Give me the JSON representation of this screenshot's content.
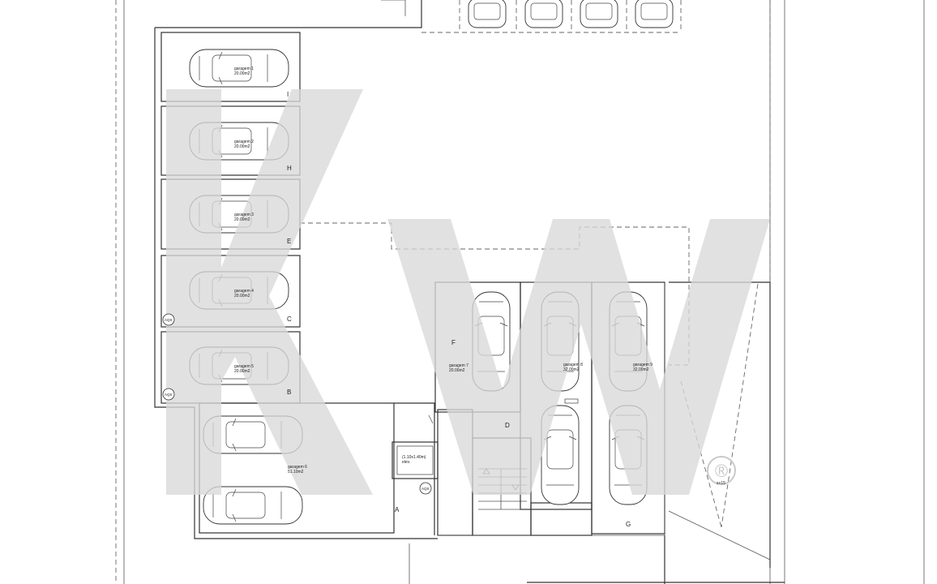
{
  "plan": {
    "garages": [
      {
        "name": "garagem 1",
        "area": "20.00m2",
        "letter": "I"
      },
      {
        "name": "garagem 2",
        "area": "20.00m2",
        "letter": "H"
      },
      {
        "name": "garagem 3",
        "area": "20.00m2",
        "letter": "E"
      },
      {
        "name": "garagem 4",
        "area": "20.00m2",
        "letter": "C"
      },
      {
        "name": "garagem 5",
        "area": "20.00m2",
        "letter": "B"
      },
      {
        "name": "garagem 6",
        "area": "51.10m2",
        "letter": "A"
      },
      {
        "name": "garagem 7",
        "area": "20.00m2",
        "letter": "F"
      },
      {
        "name": "garagem 8",
        "area": "32.00m2",
        "letter": "D"
      },
      {
        "name": "garagem 9",
        "area": "32.00m2",
        "letter": "G"
      }
    ],
    "elevator": {
      "line1": "(1.10x1.40m)",
      "line2": "elev."
    },
    "symbols": {
      "aqs": "AQS",
      "registered": "®",
      "ramp_note": "s+15"
    }
  },
  "watermark": {
    "text": "KW"
  },
  "colors": {
    "lines": "#333333",
    "watermark": "#d9d9d9",
    "background": "#ffffff"
  }
}
